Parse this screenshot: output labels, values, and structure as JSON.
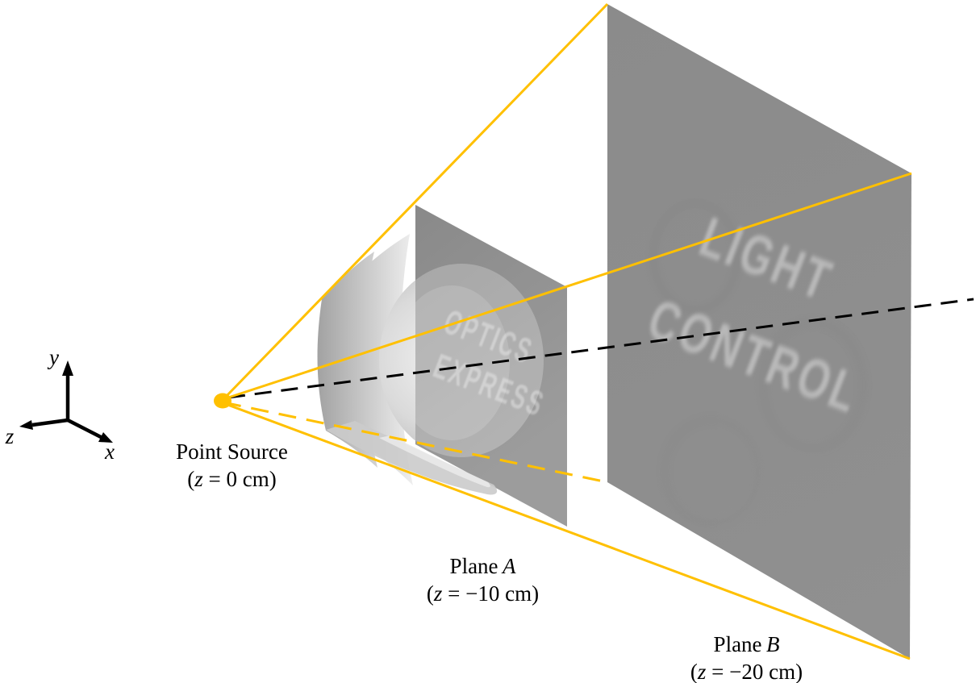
{
  "figure": {
    "source": {
      "label": "Point Source",
      "coord_open": "(",
      "coord_var": "z",
      "coord_rest": " = 0 cm)"
    },
    "plane_a": {
      "label_word": "Plane",
      "label_var": "A",
      "coord_open": "(",
      "coord_var": "z",
      "coord_rest": " = −10 cm)",
      "surface_lines": [
        "OPTICS",
        "EXPRESS"
      ]
    },
    "plane_b": {
      "label_word": "Plane",
      "label_var": "B",
      "coord_open": "(",
      "coord_var": "z",
      "coord_rest": " = −20 cm)",
      "surface_lines": [
        "LIGHT",
        "CONTROL"
      ]
    },
    "axes": {
      "x_label": "x",
      "y_label": "y",
      "z_label": "z"
    },
    "colors": {
      "ray": "#FFC000",
      "source_dot": "#FFC000",
      "plane_fill": "#8D8D8D",
      "surface_text": "#BDBDBD",
      "axis": "#000000",
      "background": "#FFFFFF"
    }
  }
}
